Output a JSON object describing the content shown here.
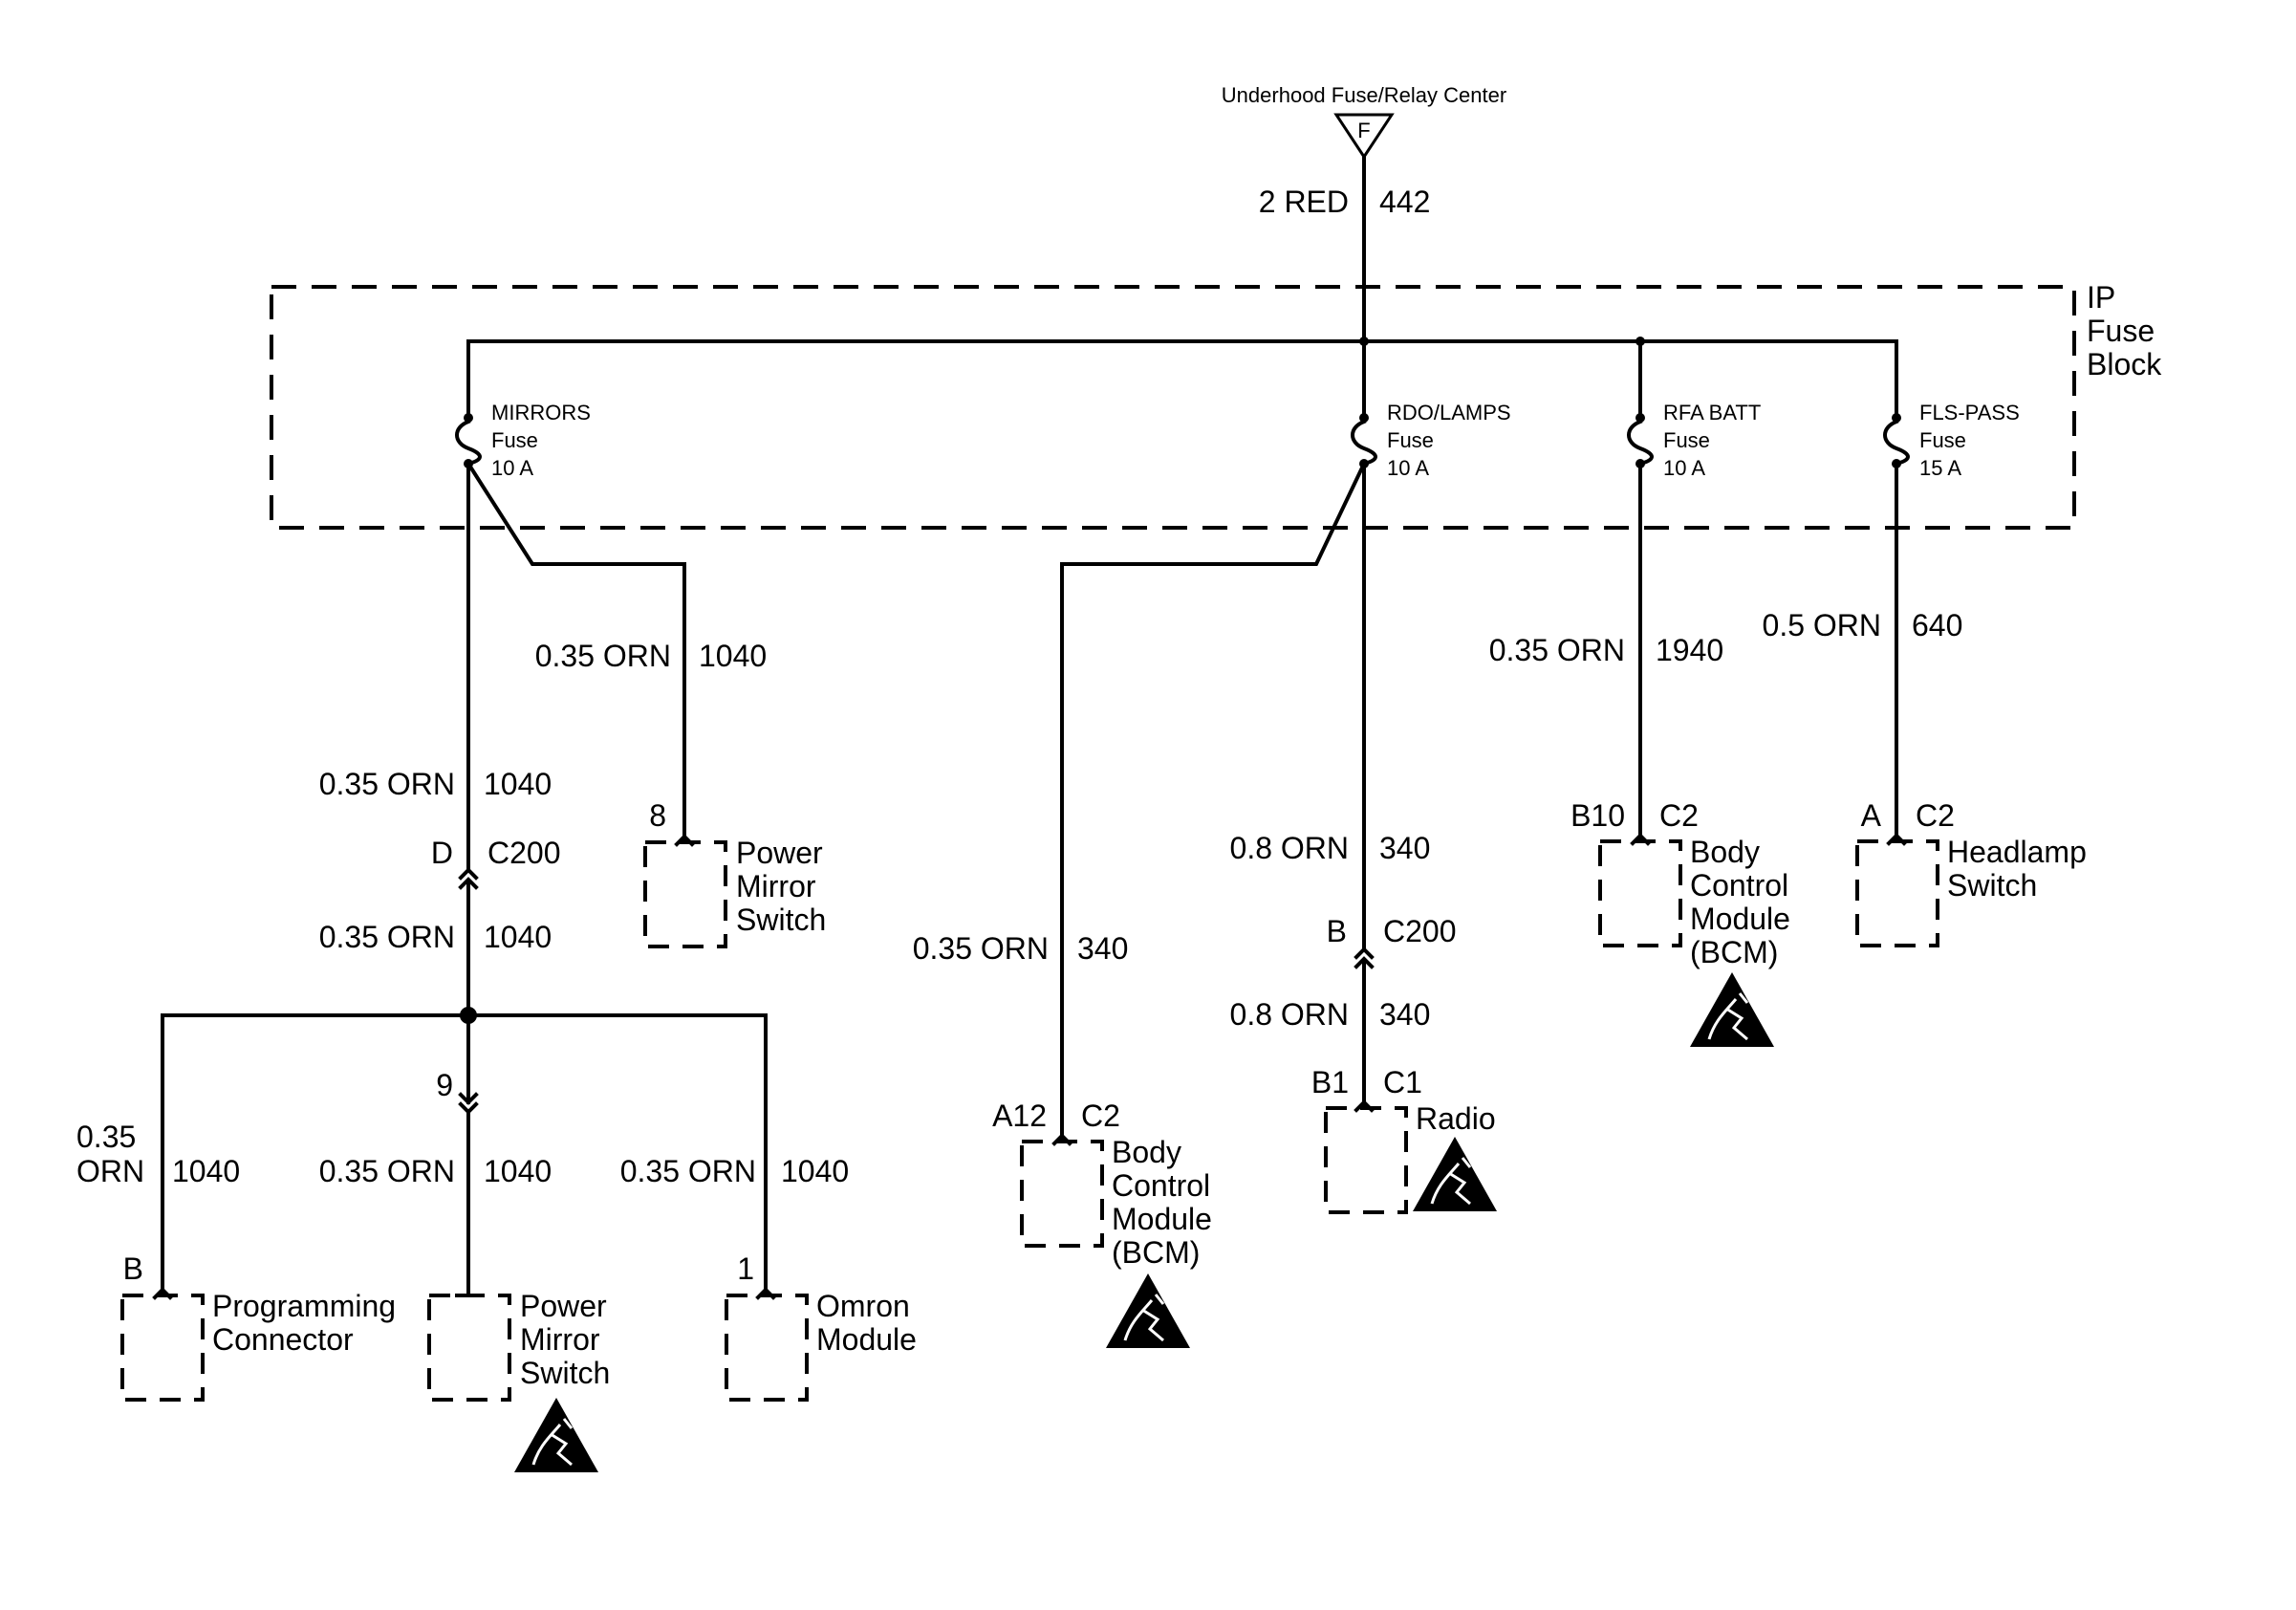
{
  "source": {
    "label": "Underhood Fuse/Relay Center",
    "letter": "F",
    "wire_gauge": "2 RED",
    "circuit": "442"
  },
  "fuse_block": {
    "line1": "IP",
    "line2": "Fuse",
    "line3": "Block"
  },
  "fuses": {
    "mirrors": {
      "name": "MIRRORS",
      "type": "Fuse",
      "rating": "10 A"
    },
    "rdo_lamps": {
      "name": "RDO/LAMPS",
      "type": "Fuse",
      "rating": "10 A"
    },
    "rfa_batt": {
      "name": "RFA BATT",
      "type": "Fuse",
      "rating": "10 A"
    },
    "fls_pass": {
      "name": "FLS-PASS",
      "type": "Fuse",
      "rating": "15 A"
    }
  },
  "wires": {
    "mirror_switch_top": {
      "gauge": "0.35 ORN",
      "circuit": "1040"
    },
    "mirrors_upper": {
      "gauge": "0.35 ORN",
      "circuit": "1040"
    },
    "mirrors_lower": {
      "gauge": "0.35 ORN",
      "circuit": "1040"
    },
    "prog_conn": {
      "gauge_line1": "0.35",
      "gauge_line2": "ORN",
      "circuit": "1040"
    },
    "mirror_switch_bottom": {
      "gauge": "0.35 ORN",
      "circuit": "1040"
    },
    "omron": {
      "gauge": "0.35 ORN",
      "circuit": "1040"
    },
    "bcm_a12": {
      "gauge": "0.35 ORN",
      "circuit": "340"
    },
    "radio_upper": {
      "gauge": "0.8 ORN",
      "circuit": "340"
    },
    "radio_lower": {
      "gauge": "0.8 ORN",
      "circuit": "340"
    },
    "bcm_b10": {
      "gauge": "0.35 ORN",
      "circuit": "1940"
    },
    "headlamp": {
      "gauge": "0.5 ORN",
      "circuit": "640"
    }
  },
  "connectors": {
    "c200_left": {
      "pin": "D",
      "name": "C200"
    },
    "c200_right": {
      "pin": "B",
      "name": "C200"
    },
    "splice_pin": "9",
    "mirror_switch_top_pin": "8",
    "bcm_a12": {
      "pin": "A12",
      "name": "C2"
    },
    "radio": {
      "pin": "B1",
      "name": "C1"
    },
    "bcm_b10": {
      "pin": "B10",
      "name": "C2"
    },
    "headlamp": {
      "pin": "A",
      "name": "C2"
    },
    "prog_conn_pin": "B",
    "omron_pin": "1"
  },
  "components": {
    "power_mirror_switch_top": [
      "Power",
      "Mirror",
      "Switch"
    ],
    "power_mirror_switch_bottom": [
      "Power",
      "Mirror",
      "Switch"
    ],
    "programming_connector": [
      "Programming",
      "Connector"
    ],
    "omron_module": [
      "Omron",
      "Module"
    ],
    "bcm_a12": [
      "Body",
      "Control",
      "Module",
      "(BCM)"
    ],
    "radio": [
      "Radio"
    ],
    "bcm_b10": [
      "Body",
      "Control",
      "Module",
      "(BCM)"
    ],
    "headlamp_switch": [
      "Headlamp",
      "Switch"
    ]
  },
  "icons": {
    "esd": "esd-warning-icon"
  }
}
